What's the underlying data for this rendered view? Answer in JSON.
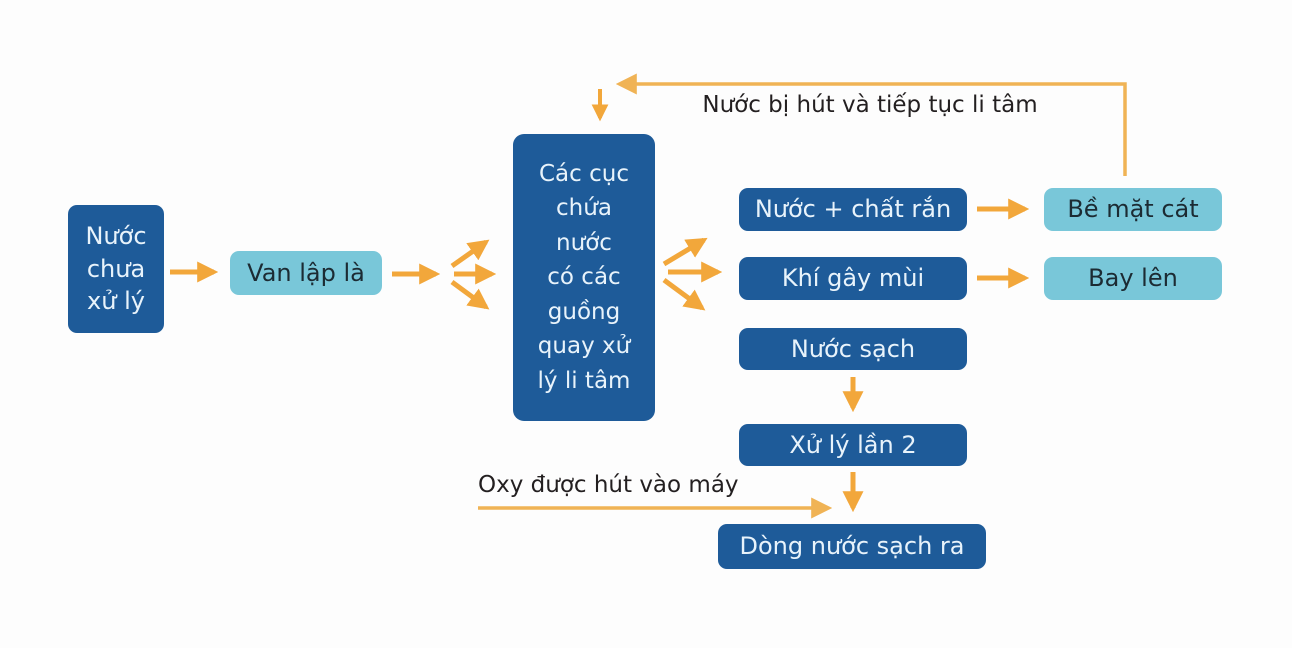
{
  "diagram": {
    "type": "flowchart",
    "language": "vi",
    "nodes": {
      "untreated": {
        "label": "Nước\nchưa\nxử lý",
        "style": "dark"
      },
      "valve": {
        "label": "Van lập là",
        "style": "light"
      },
      "centrifuge": {
        "label": "Các cục\nchứa\nnước\ncó các\nguồng\nquay xử\nlý li tâm",
        "style": "dark"
      },
      "water_solids": {
        "label": "Nước + chất rắn",
        "style": "dark"
      },
      "sand_surface": {
        "label": "Bề mặt cát",
        "style": "light"
      },
      "odor_gas": {
        "label": "Khí gây mùi",
        "style": "dark"
      },
      "fly_up": {
        "label": "Bay lên",
        "style": "light"
      },
      "clean_water": {
        "label": "Nước sạch",
        "style": "dark"
      },
      "second_treatment": {
        "label": "Xử lý lần 2",
        "style": "dark"
      },
      "clean_out": {
        "label": "Dòng nước sạch ra",
        "style": "dark"
      }
    },
    "annotations": {
      "recycle_label": "Nước bị hút và tiếp tục li tâm",
      "oxygen_label": "Oxy được hút vào máy"
    },
    "flows": [
      {
        "from": "untreated",
        "to": "valve"
      },
      {
        "from": "valve",
        "to": "centrifuge"
      },
      {
        "from": "centrifuge",
        "to": "water_solids"
      },
      {
        "from": "centrifuge",
        "to": "odor_gas"
      },
      {
        "from": "centrifuge",
        "to": "clean_water"
      },
      {
        "from": "water_solids",
        "to": "sand_surface"
      },
      {
        "from": "odor_gas",
        "to": "fly_up"
      },
      {
        "from": "clean_water",
        "to": "second_treatment"
      },
      {
        "from": "second_treatment",
        "to": "clean_out"
      },
      {
        "from": "sand_surface",
        "to": "centrifuge",
        "label": "Nước bị hút và tiếp tục li tâm"
      },
      {
        "from": "oxygen_intake",
        "to": "clean_out",
        "label": "Oxy được hút vào máy"
      }
    ],
    "colors": {
      "dark_box": "#1E5B99",
      "light_box": "#79C7D9",
      "arrow": "#F2A73B",
      "line": "#F0B355",
      "dark_box_text": "#E8F3FB",
      "light_box_text": "#1C2B33",
      "annotation_text": "#231F20",
      "background": "#FDFDFD"
    }
  }
}
